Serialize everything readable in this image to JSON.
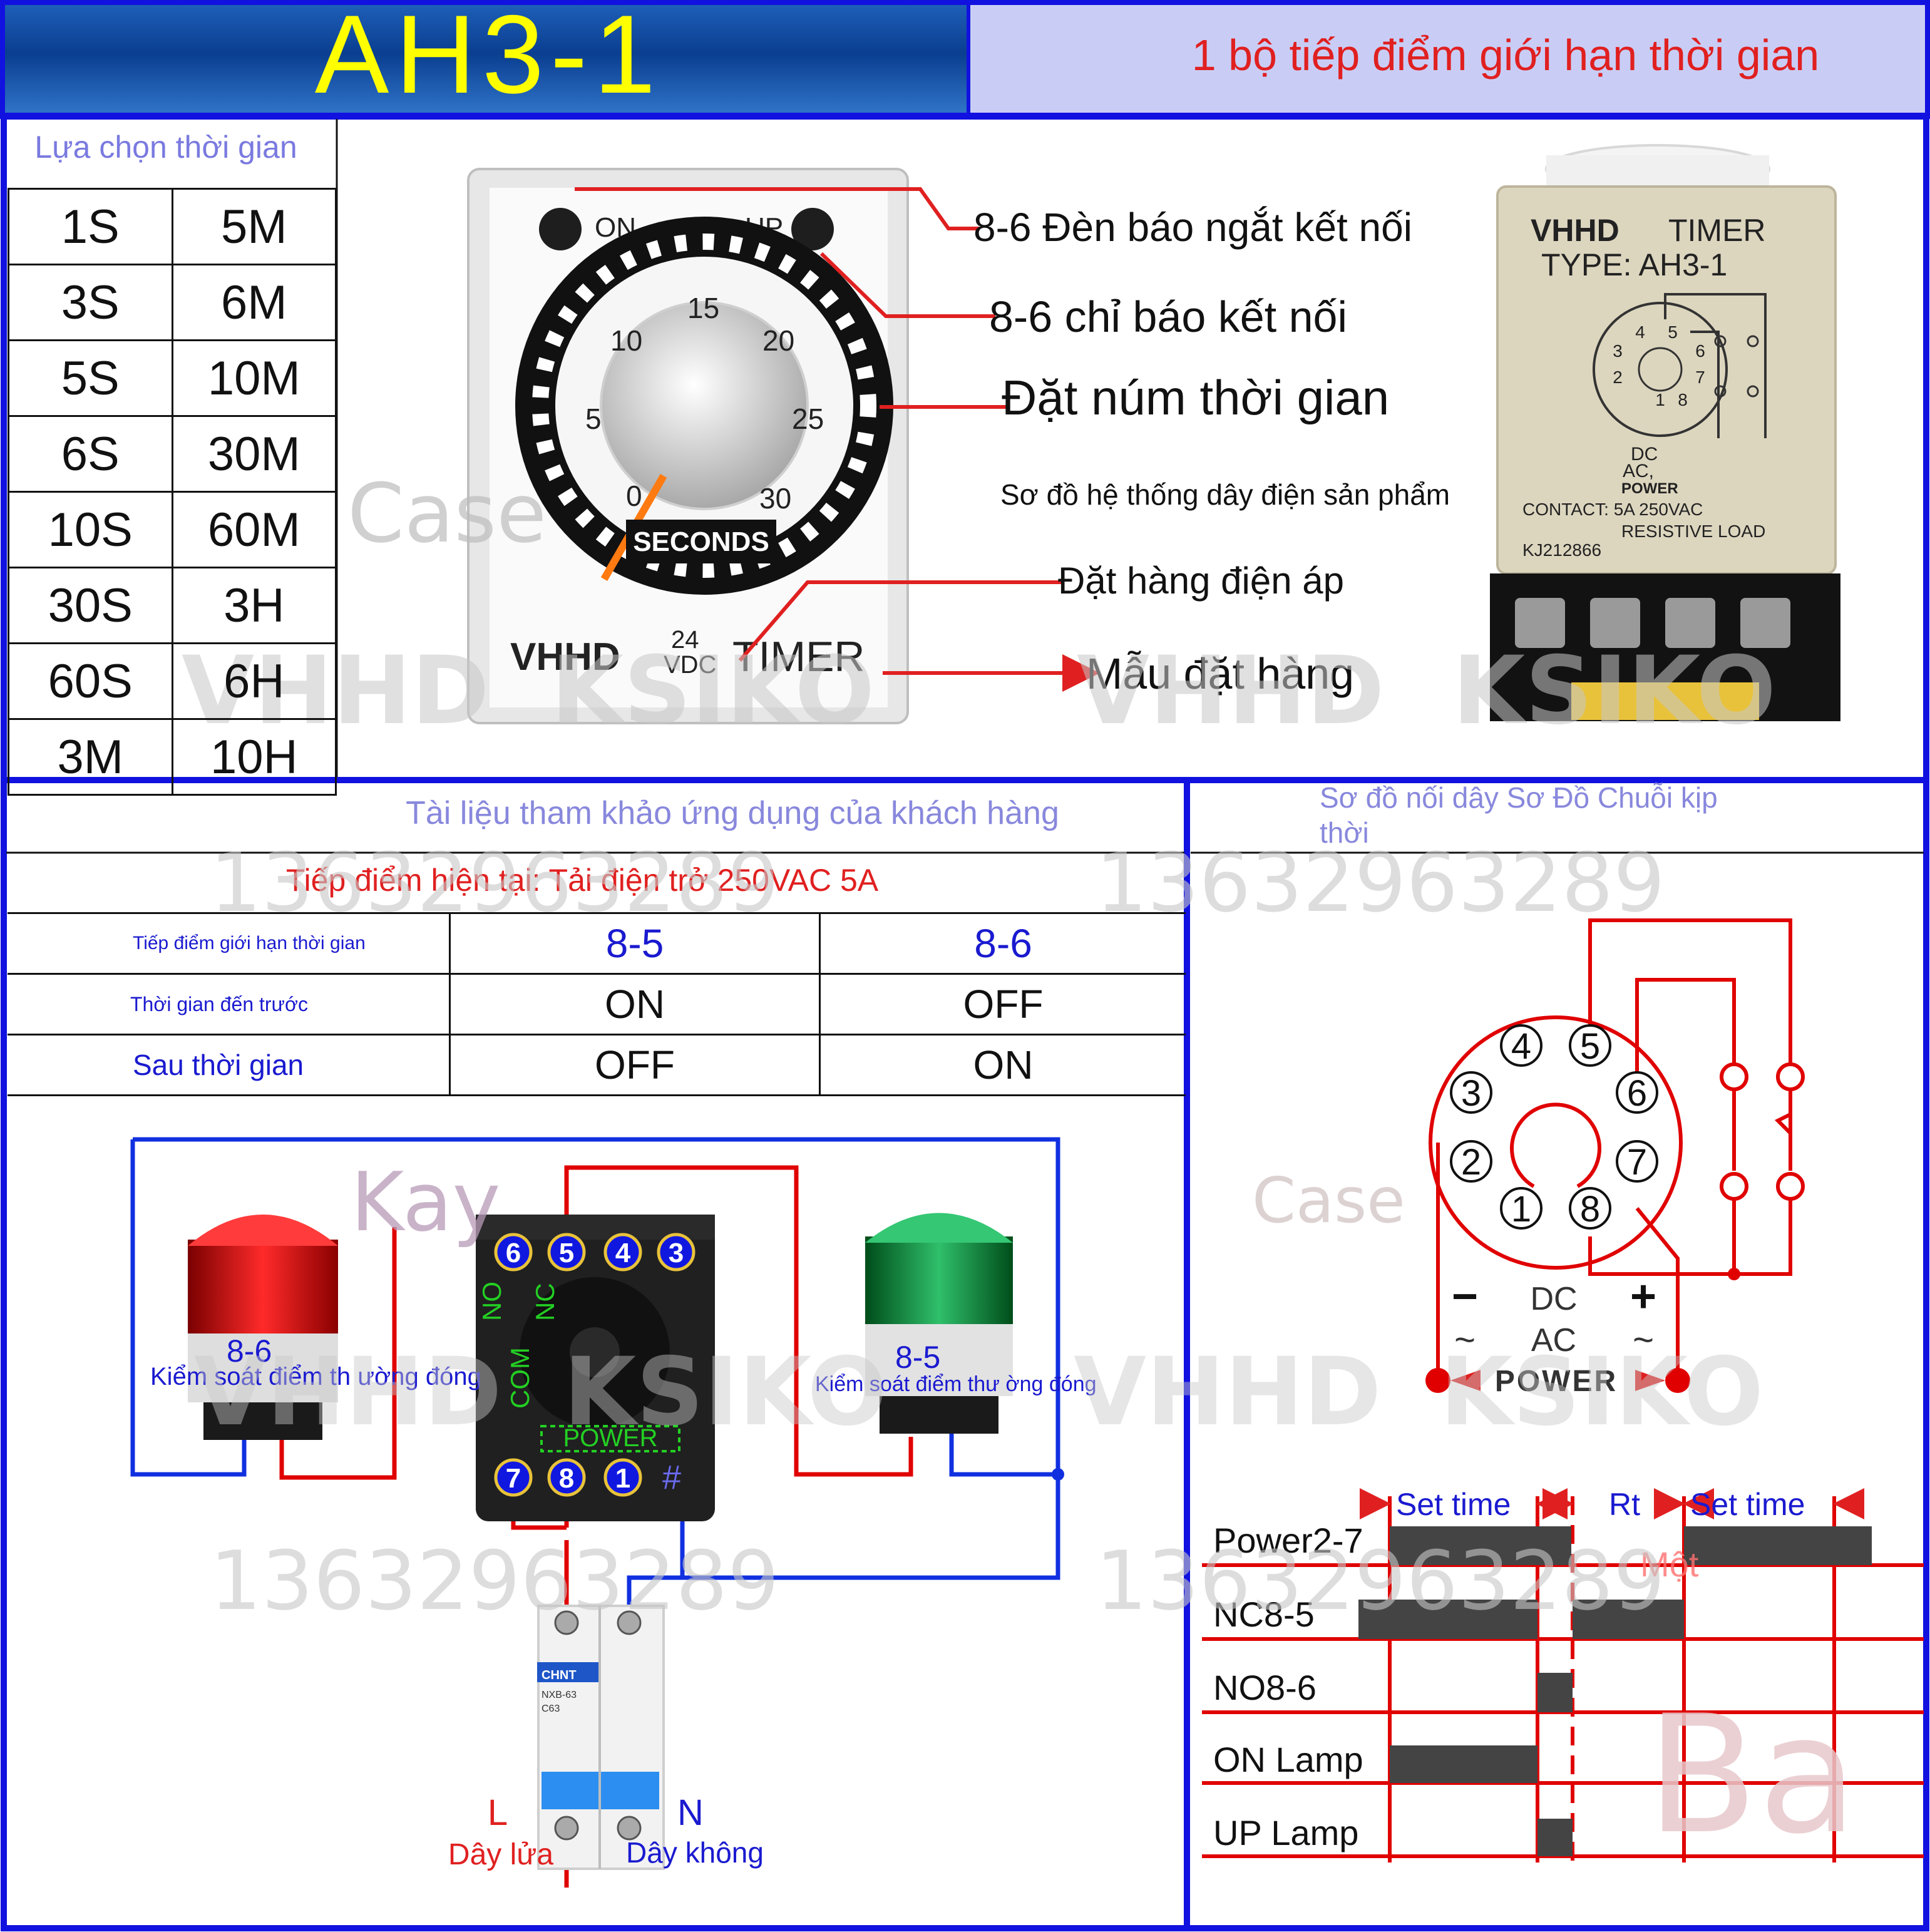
{
  "header": {
    "model": "AH3-1",
    "subtitle": "1 bộ tiếp điểm giới hạn thời gian"
  },
  "time_selection": {
    "title": "Lựa chọn thời gian",
    "rows": [
      [
        "1S",
        "5M"
      ],
      [
        "3S",
        "6M"
      ],
      [
        "5S",
        "10M"
      ],
      [
        "6S",
        "30M"
      ],
      [
        "10S",
        "60M"
      ],
      [
        "30S",
        "3H"
      ],
      [
        "60S",
        "6H"
      ],
      [
        "3M",
        "10H"
      ]
    ]
  },
  "timer_front": {
    "on_label": "ON",
    "up_label": "UP",
    "dial_numbers": [
      "0",
      "5",
      "10",
      "15",
      "20",
      "25",
      "30"
    ],
    "dial_unit": "SECONDS",
    "brand": "VHHD",
    "voltage_value": "24",
    "voltage_unit": "VDC",
    "timer_word": "TIMER"
  },
  "callouts": {
    "off_indicator": "8-6 Đèn báo ngắt kết nối",
    "on_indicator": "8-6 chỉ báo kết nối",
    "knob": "Đặt núm thời gian",
    "wiring": "Sơ đồ hệ thống dây điện sản phẩm",
    "order_voltage": "Đặt hàng điện áp",
    "order_model": "Mẫu đặt hàng"
  },
  "timer_side": {
    "brand": "VHHD",
    "timer_word": "TIMER",
    "type_line": "TYPE: AH3-1",
    "pins": [
      "1",
      "2",
      "3",
      "4",
      "5",
      "6",
      "7",
      "8"
    ],
    "dc": "DC",
    "ac": "AC,",
    "power": "POWER",
    "contact": "CONTACT: 5A 250VAC",
    "load": "RESISTIVE LOAD",
    "serial": "KJ212866"
  },
  "reference": {
    "title": "Tài liệu tham khảo ứng dụng của khách hàng",
    "contact_note": "Tiếp điểm hiện tại: Tải điện trở 250VAC 5A",
    "row1_label": "Tiếp điểm giới hạn thời gian",
    "col1": "8-5",
    "col2": "8-6",
    "row2_label": "Thời gian đến trước",
    "row2_v1": "ON",
    "row2_v2": "OFF",
    "row3_label": "Sau thời gian",
    "row3_v1": "OFF",
    "row3_v2": "ON"
  },
  "wiring_photo": {
    "red_lamp_number": "8-6",
    "red_lamp_caption": "Kiểm soát điểm th ường đóng",
    "green_lamp_number": "8-5",
    "green_lamp_caption": "Kiểm soát điểm thư ờng đóng",
    "no": "NO",
    "nc": "NC",
    "com": "COM",
    "power": "POWER",
    "pins_top": [
      "6",
      "5",
      "4",
      "3"
    ],
    "pins_bottom": [
      "7",
      "8",
      "1",
      "#"
    ],
    "breaker_brand": "CHNT",
    "breaker_model": "NXB-63",
    "breaker_rating": "C63",
    "live_letter": "L",
    "live_label": "Dây lửa",
    "neutral_letter": "N",
    "neutral_label": "Dây không"
  },
  "schematic": {
    "title": "Sơ đồ nối dây Sơ Đồ Chuỗi kịp thời",
    "pins": [
      "1",
      "2",
      "3",
      "4",
      "5",
      "6",
      "7",
      "8"
    ],
    "minus": "−",
    "plus": "+",
    "dc": "DC",
    "tilde": "~",
    "ac": "AC",
    "power": "POWER"
  },
  "timing": {
    "set_time": "Set time",
    "rt": "Rt",
    "rows": [
      "Power2-7",
      "NC8-5",
      "NO8-6",
      "ON Lamp",
      "UP Lamp"
    ],
    "note": "Một"
  },
  "watermarks": {
    "phone": "13632963289",
    "case": "Case",
    "kay": "Kay",
    "ba": "Ba",
    "brand": "VHHD",
    "brand2": "KSIKO"
  },
  "colors": {
    "frame_blue": "#1111e0",
    "header_yellow": "#ffff00",
    "callout_red": "#e02020",
    "label_blue": "#1a1ad0",
    "wire_red": "#e00000",
    "wire_blue": "#1030e0"
  }
}
